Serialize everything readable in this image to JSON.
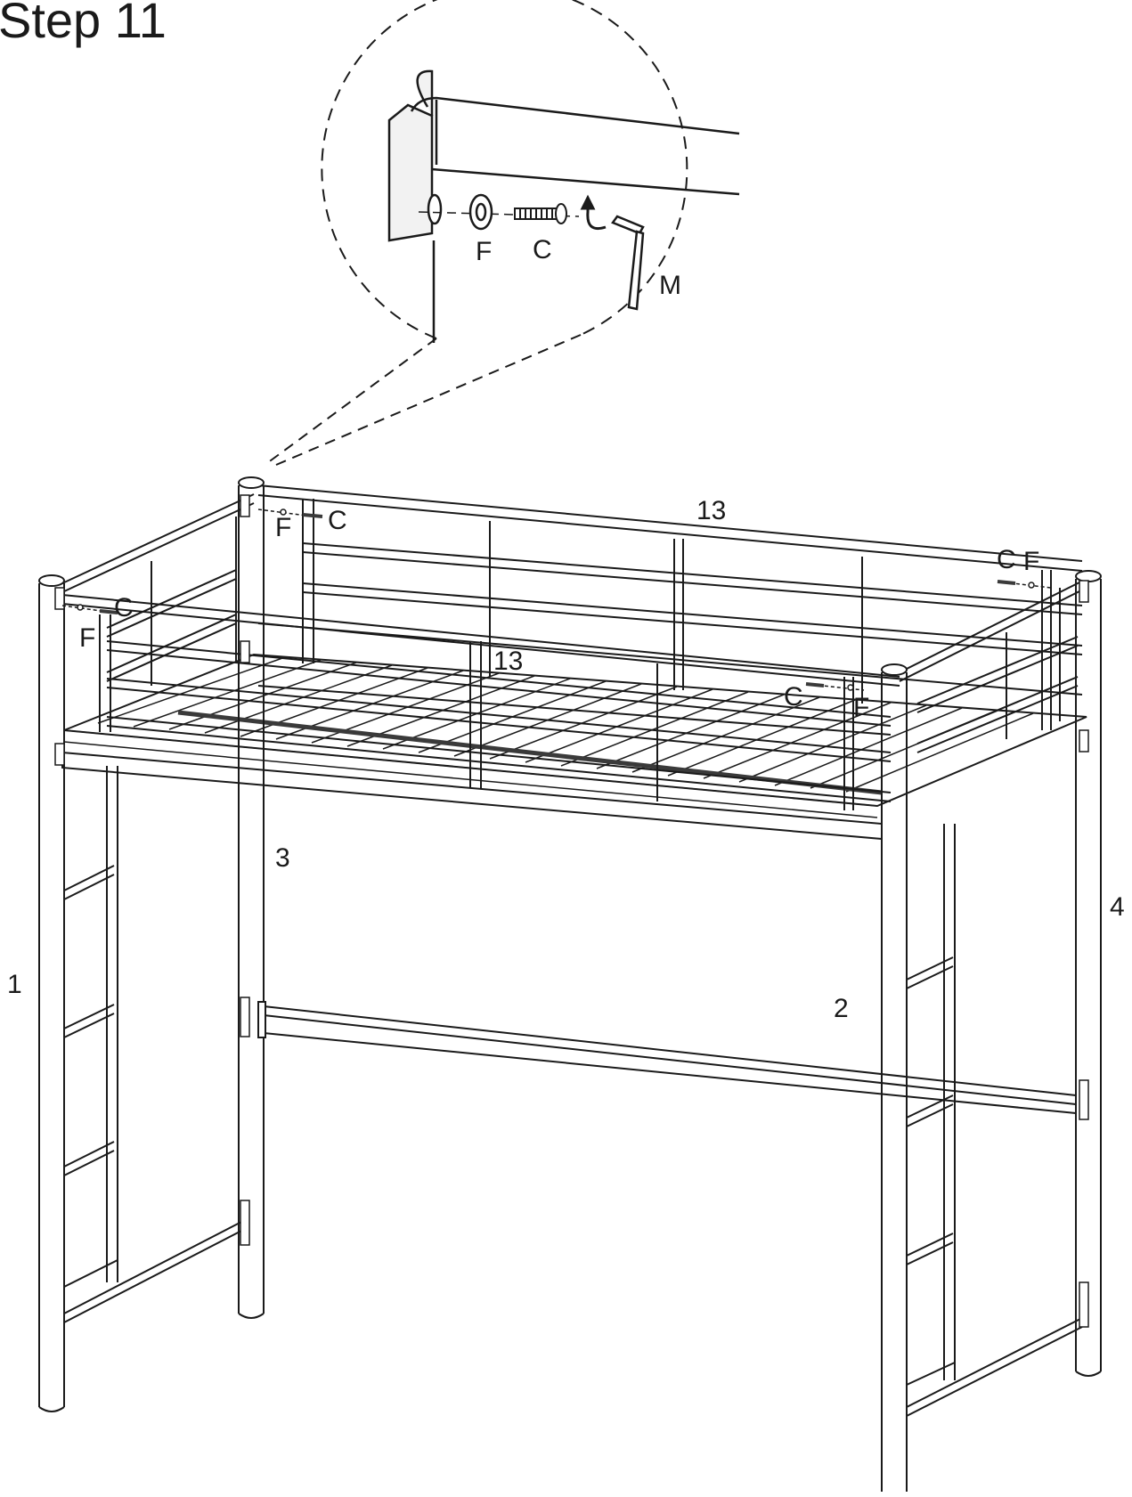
{
  "step": {
    "title": "Step  11"
  },
  "detail": {
    "labels": {
      "washer": "F",
      "bolt": "C",
      "tool": "M"
    }
  },
  "parts": {
    "rail_back": "13",
    "rail_front": "13",
    "post_front_left": "1",
    "post_front_right": "2",
    "post_back_left": "3",
    "post_back_right": "4"
  },
  "fasteners": {
    "back_left": {
      "bolt": "C",
      "washer": "F"
    },
    "front_left": {
      "bolt": "C",
      "washer": "F"
    },
    "back_right": {
      "bolt": "C",
      "washer": "F"
    },
    "front_right": {
      "bolt": "C",
      "washer": "F"
    }
  },
  "colors": {
    "line": "#1a1a1a",
    "background": "#ffffff",
    "fill_light": "#f2f2f2",
    "fill_dark": "#3a3a3a"
  }
}
